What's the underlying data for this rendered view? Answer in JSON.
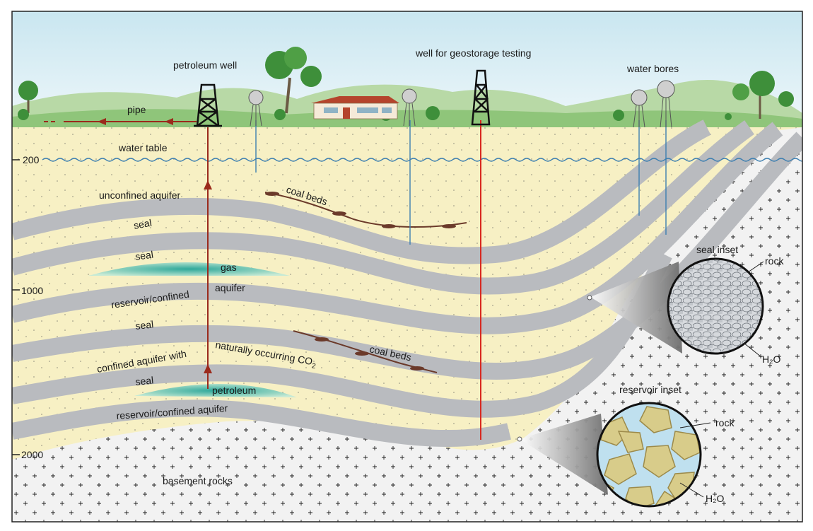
{
  "labels": {
    "petroleum_well": "petroleum well",
    "geostorage_well": "well for geostorage testing",
    "water_bores": "water bores",
    "pipe": "pipe",
    "water_table": "water table",
    "unconfined_aquifer": "unconfined aquifer",
    "coal_beds_upper": "coal beds",
    "coal_beds_lower": "coal beds",
    "seal_1": "seal",
    "seal_2": "seal",
    "seal_3": "seal",
    "seal_4": "seal",
    "gas": "gas",
    "reservoir_upper": "reservoir/confined",
    "aquifer_upper": "aquifer",
    "confined_co2_part1": "confined aquifer with",
    "confined_co2_part2": "naturally occurring CO",
    "co2_subscript": "2",
    "petroleum": "petroleum",
    "reservoir_lower": "reservoir/confined aquifer",
    "basement_rocks": "basement rocks"
  },
  "depth_markers": [
    "200",
    "1000",
    "2000"
  ],
  "seal_inset": {
    "title": "seal inset",
    "rock_label": "rock",
    "water_label": "H₂O"
  },
  "reservoir_inset": {
    "title": "reservoir inset",
    "rock_label": "rock",
    "water_label": "H₂O"
  },
  "colors": {
    "sky": "#dbeef5",
    "hills": "#9ec98a",
    "sediment": "#f7f0c4",
    "seal": "#b9bbbf",
    "basement": "#f2f2f2",
    "gas": "#48b6a8",
    "pipe": "#9b2a1c",
    "well_line": "#d8281f",
    "water_line": "#3d7fb0",
    "coal": "#6b3a2a"
  }
}
